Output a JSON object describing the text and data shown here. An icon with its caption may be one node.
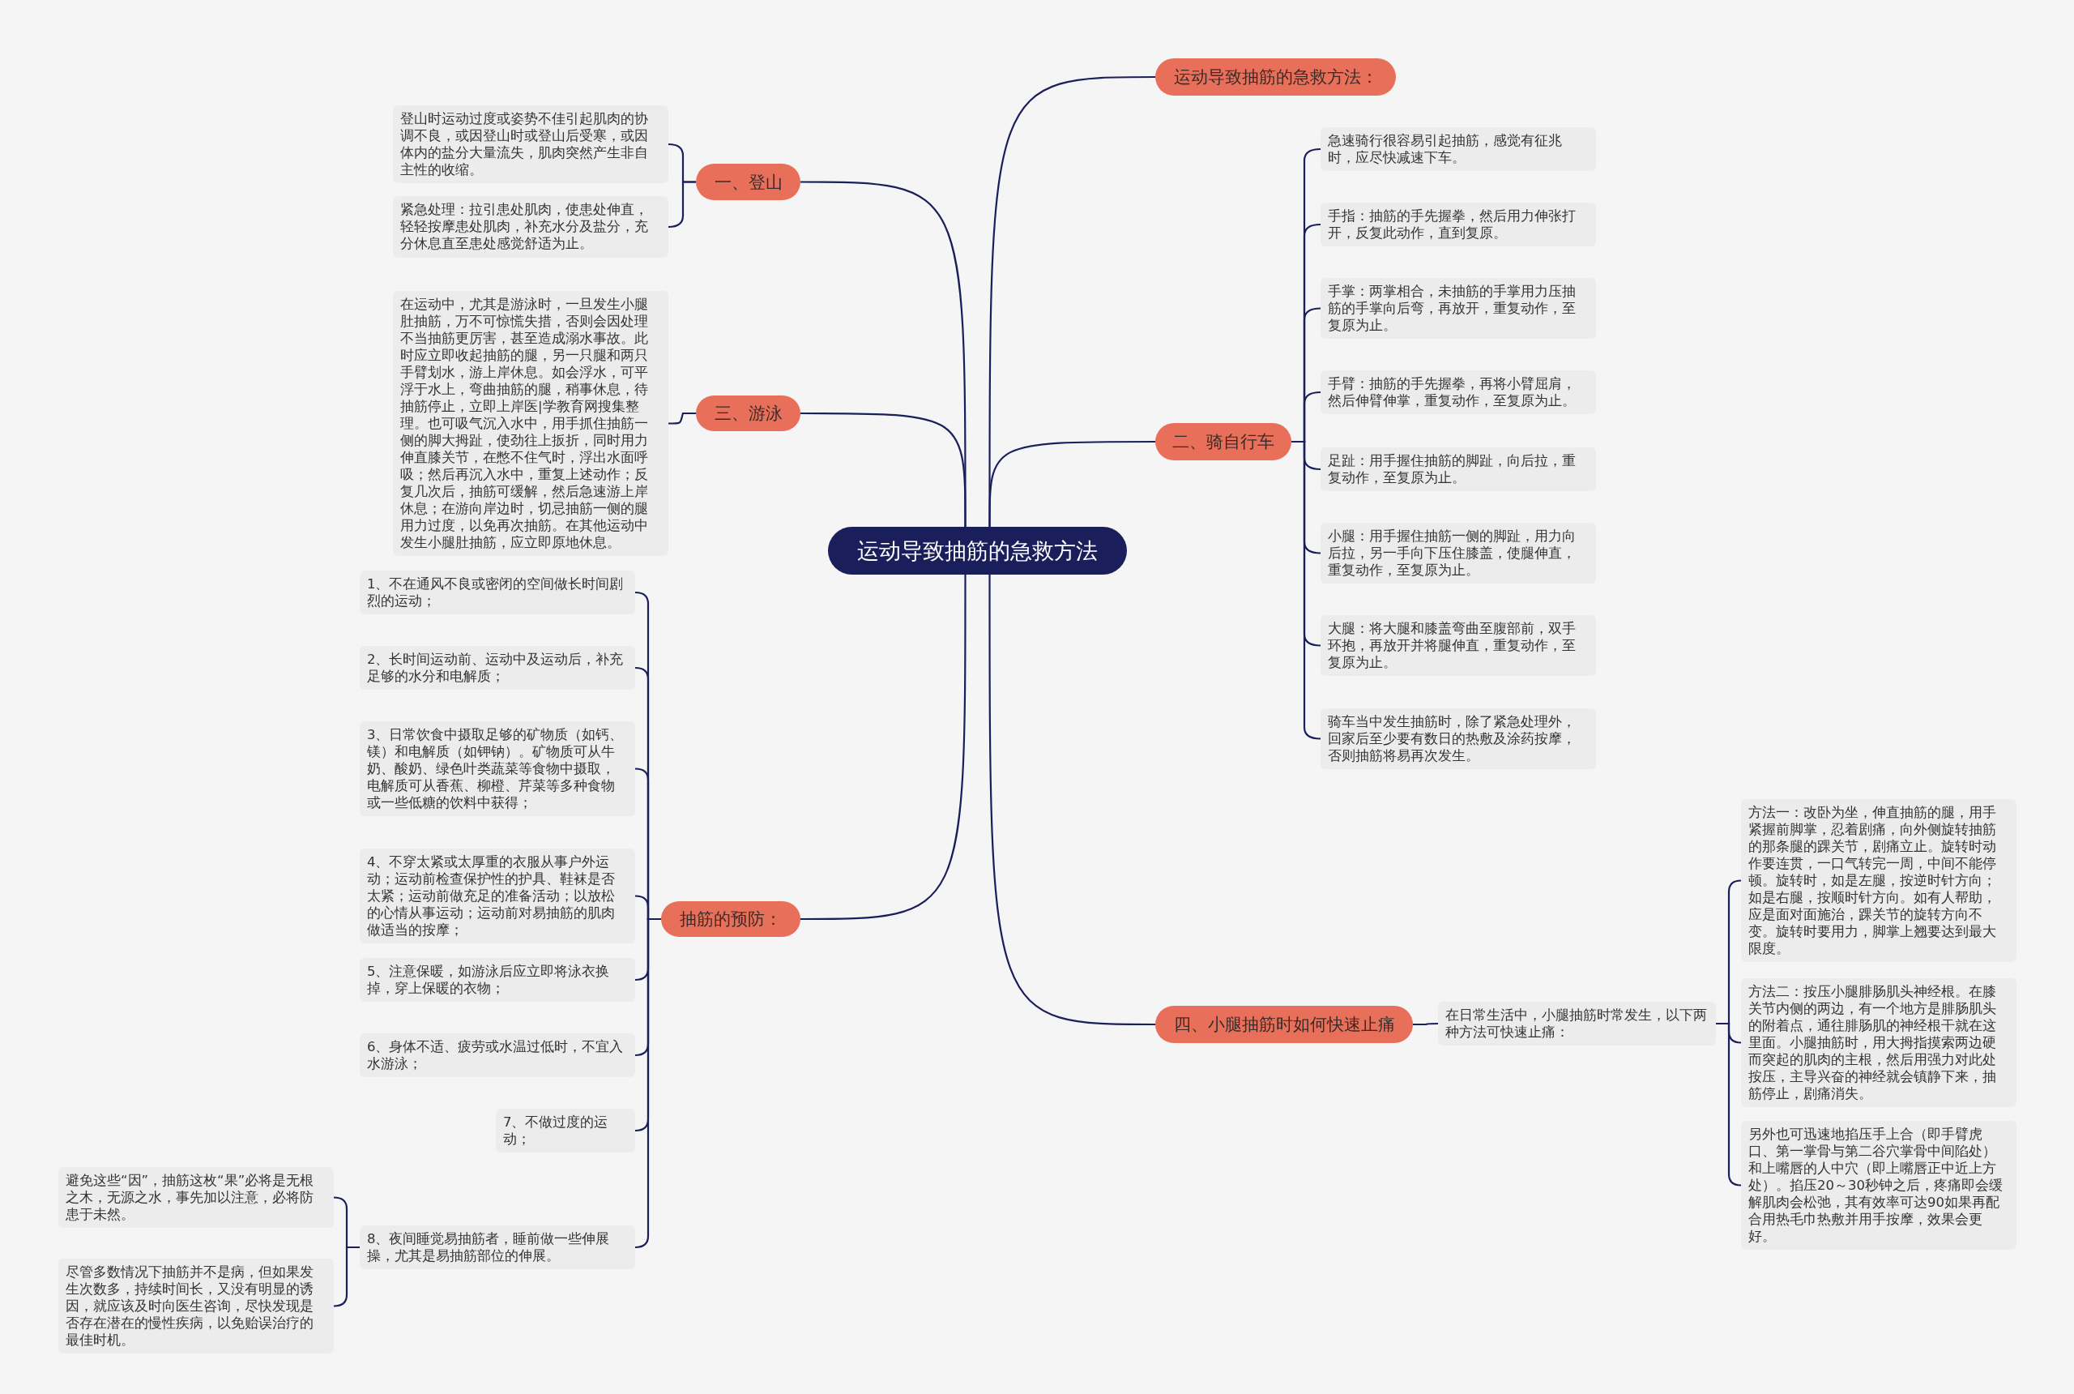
{
  "diagram": {
    "nodes": [
      {
        "text": [
          "运动导致抽筋的急救方法"
        ]
      },
      {
        "text": [
          "运动导致抽筋的急救方法："
        ]
      },
      {
        "text": [
          "一、登山"
        ]
      },
      {
        "text": [
          "登山时运动过度或姿势不佳引起肌肉的协调不良，或因登山时或登山后受寒，或因体内的盐分大量流失，肌肉突然产生非自主性的收缩。"
        ]
      },
      {
        "text": [
          "紧急处理：拉引患处肌肉，使患处伸直，轻轻按摩患处肌肉，补充水分及盐分，充分休息直至患处感觉舒适为止。"
        ]
      },
      {
        "text": [
          "三、游泳"
        ]
      },
      {
        "text": [
          "在运动中，尤其是游泳时，一旦发生小腿肚抽筋，万不可惊慌失措，否则会因处理不当抽筋更厉害，甚至造成溺水事故。此时应立即收起抽筋的腿，另一只腿和两只手臂划水，游上岸休息。如会浮水，可平浮于水上，弯曲抽筋的腿，稍事休息，待抽筋停止，立即上岸医|学教育网搜集整理。也可吸气沉入水中，用手抓住抽筋一侧的脚大拇趾，使劲往上扳折，同时用力伸直膝关节，在憋不住气时，浮出水面呼吸；然后再沉入水中，重复上述动作；反复几次后，抽筋可缓解，然后急速游上岸休息；在游向岸边时，切忌抽筋一侧的腿用力过度，以免再次抽筋。在其他运动中发生小腿肚抽筋，应立即原地休息。"
        ]
      },
      {
        "text": [
          "二、骑自行车"
        ]
      },
      {
        "text": [
          "急速骑行很容易引起抽筋，感觉有征兆时，应尽快减速下车。"
        ]
      },
      {
        "text": [
          "手指：抽筋的手先握拳，然后用力伸张打开，反复此动作，直到复原。"
        ]
      },
      {
        "text": [
          "手掌：两掌相合，未抽筋的手掌用力压抽筋的手掌向后弯，再放开，重复动作，至复原为止。"
        ]
      },
      {
        "text": [
          "手臂：抽筋的手先握拳，再将小臂屈肩，然后伸臂伸掌，重复动作，至复原为止。"
        ]
      },
      {
        "text": [
          "足趾：用手握住抽筋的脚趾，向后拉，重复动作，至复原为止。"
        ]
      },
      {
        "text": [
          "小腿：用手握住抽筋一侧的脚趾，用力向后拉，另一手向下压住膝盖，使腿伸直，重复动作，至复原为止。"
        ]
      },
      {
        "text": [
          "大腿：将大腿和膝盖弯曲至腹部前，双手环抱，再放开并将腿伸直，重复动作，至复原为止。"
        ]
      },
      {
        "text": [
          "骑车当中发生抽筋时，除了紧急处理外，回家后至少要有数日的热敷及涂药按摩，否则抽筋将易再次发生。"
        ]
      },
      {
        "text": [
          "抽筋的预防："
        ]
      },
      {
        "text": [
          "1、不在通风不良或密闭的空间做长时间剧烈的运动；"
        ]
      },
      {
        "text": [
          "2、长时间运动前、运动中及运动后，补充足够的水分和电解质；"
        ]
      },
      {
        "text": [
          "3、日常饮食中摄取足够的矿物质（如钙、镁）和电解质（如钾钠）。矿物质可从牛奶、酸奶、绿色叶类蔬菜等食物中摄取，电解质可从香蕉、柳橙、芹菜等多种食物或一些低糖的饮料中获得；"
        ]
      },
      {
        "text": [
          "4、不穿太紧或太厚重的衣服从事户外运动；运动前检查保护性的护具、鞋袜是否太紧；运动前做充足的准备活动；以放松的心情从事运动；运动前对易抽筋的肌肉做适当的按摩；"
        ]
      },
      {
        "text": [
          "5、注意保暖，如游泳后应立即将泳衣换掉，穿上保暖的衣物；"
        ]
      },
      {
        "text": [
          "6、身体不适、疲劳或水温过低时，不宜入水游泳；"
        ]
      },
      {
        "text": [
          "7、不做过度的运动；"
        ]
      },
      {
        "text": [
          "8、夜间睡觉易抽筋者，睡前做一些伸展操，尤其是易抽筋部位的伸展。"
        ]
      },
      {
        "text": [
          "避免这些“因”，抽筋这枚“果”必将是无根之木，无源之水，事先加以注意，必将防患于未然。"
        ]
      },
      {
        "text": [
          "尽管多数情况下抽筋并不是病，但如果发生次数多，持续时间长，又没有明显的诱因，就应该及时向医生咨询，尽快发现是否存在潜在的慢性疾病，以免贻误治疗的最佳时机。"
        ]
      },
      {
        "text": [
          "四、小腿抽筋时如何快速止痛"
        ]
      },
      {
        "text": [
          "在日常生活中，小腿抽筋时常发生，以下两种方法可快速止痛："
        ]
      },
      {
        "text": [
          "方法一：改卧为坐，伸直抽筋的腿，用手紧握前脚掌，忍着剧痛，向外侧旋转抽筋的那条腿的踝关节，剧痛立止。旋转时动作要连贯，一口气转完一周，中间不能停顿。旋转时，如是左腿，按逆时针方向；如是右腿，按顺时针方向。如有人帮助，应是面对面施治，踝关节的旋转方向不变。旋转时要用力，脚掌上翘要达到最大限度。"
        ]
      },
      {
        "text": [
          "方法二：按压小腿腓肠肌头神经根。在膝关节内侧的两边，有一个地方是腓肠肌头的附着点，通往腓肠肌的神经根干就在这里面。小腿抽筋时，用大拇指摸索两边硬而突起的肌肉的主根，然后用强力对此处按压，主导兴奋的神经就会镇静下来，抽筋停止，剧痛消失。"
        ]
      },
      {
        "text": [
          "另外也可迅速地掐压手上合（即手臂虎口、第一掌骨与第二谷穴掌骨中间陷处）和上嘴唇的人中穴（即上嘴唇正中近上方处）。掐压20～30秒钟之后，疼痛即会缓解肌肉会松弛，其有效率可达90如果再配合用热毛巾热敷并用手按摩，效果会更好。"
        ]
      }
    ],
    "edges": [
      {
        "from": 0,
        "to": 1,
        "arrow": "none"
      },
      {
        "from": 0,
        "to": 2,
        "arrow": "none"
      },
      {
        "from": 2,
        "to": 3,
        "arrow": "none"
      },
      {
        "from": 2,
        "to": 4,
        "arrow": "none"
      },
      {
        "from": 0,
        "to": 5,
        "arrow": "none"
      },
      {
        "from": 5,
        "to": 6,
        "arrow": "none"
      },
      {
        "from": 0,
        "to": 7,
        "arrow": "none"
      },
      {
        "from": 7,
        "to": 8,
        "arrow": "none"
      },
      {
        "from": 7,
        "to": 9,
        "arrow": "none"
      },
      {
        "from": 7,
        "to": 10,
        "arrow": "none"
      },
      {
        "from": 7,
        "to": 11,
        "arrow": "none"
      },
      {
        "from": 7,
        "to": 12,
        "arrow": "none"
      },
      {
        "from": 7,
        "to": 13,
        "arrow": "none"
      },
      {
        "from": 7,
        "to": 14,
        "arrow": "none"
      },
      {
        "from": 7,
        "to": 15,
        "arrow": "none"
      },
      {
        "from": 0,
        "to": 16,
        "arrow": "none"
      },
      {
        "from": 16,
        "to": 17,
        "arrow": "none"
      },
      {
        "from": 16,
        "to": 18,
        "arrow": "none"
      },
      {
        "from": 16,
        "to": 19,
        "arrow": "none"
      },
      {
        "from": 16,
        "to": 20,
        "arrow": "none"
      },
      {
        "from": 16,
        "to": 21,
        "arrow": "none"
      },
      {
        "from": 16,
        "to": 22,
        "arrow": "none"
      },
      {
        "from": 16,
        "to": 23,
        "arrow": "none"
      },
      {
        "from": 16,
        "to": 24,
        "arrow": "none"
      },
      {
        "from": 24,
        "to": 25,
        "arrow": "none"
      },
      {
        "from": 24,
        "to": 26,
        "arrow": "none"
      },
      {
        "from": 0,
        "to": 27,
        "arrow": "none"
      },
      {
        "from": 27,
        "to": 28,
        "arrow": "none"
      },
      {
        "from": 28,
        "to": 29,
        "arrow": "none"
      },
      {
        "from": 28,
        "to": 30,
        "arrow": "none"
      },
      {
        "from": 28,
        "to": 31,
        "arrow": "none"
      }
    ]
  }
}
